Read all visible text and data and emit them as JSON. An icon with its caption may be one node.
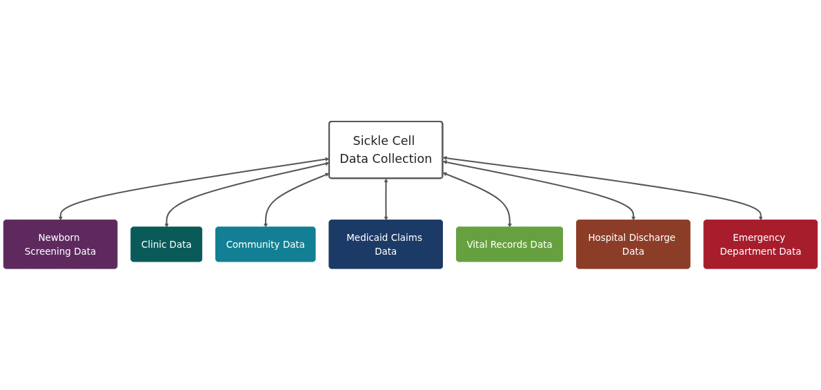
{
  "diagram": {
    "nodes": [
      {
        "text": [
          "Newborn Screening Data"
        ]
      },
      {
        "text": [
          "Sickle Cell Data Collection"
        ]
      },
      {
        "text": [
          "Clinic Data"
        ]
      },
      {
        "text": [
          "Community Data"
        ]
      },
      {
        "text": [
          "Medicaid Claims Data"
        ]
      },
      {
        "text": [
          "Vital Records Data"
        ]
      },
      {
        "text": [
          "Hospital Discharge Data"
        ]
      },
      {
        "text": [
          "Emergency Department Data"
        ]
      }
    ],
    "edges": [
      {
        "from": 1,
        "to": 0,
        "arrow": "both"
      },
      {
        "from": 1,
        "to": 2,
        "arrow": "both"
      },
      {
        "from": 1,
        "to": 3,
        "arrow": "both"
      },
      {
        "from": 1,
        "to": 4,
        "arrow": "both"
      },
      {
        "from": 1,
        "to": 5,
        "arrow": "both"
      },
      {
        "from": 1,
        "to": 6,
        "arrow": "both"
      },
      {
        "from": 1,
        "to": 7,
        "arrow": "both"
      }
    ]
  }
}
